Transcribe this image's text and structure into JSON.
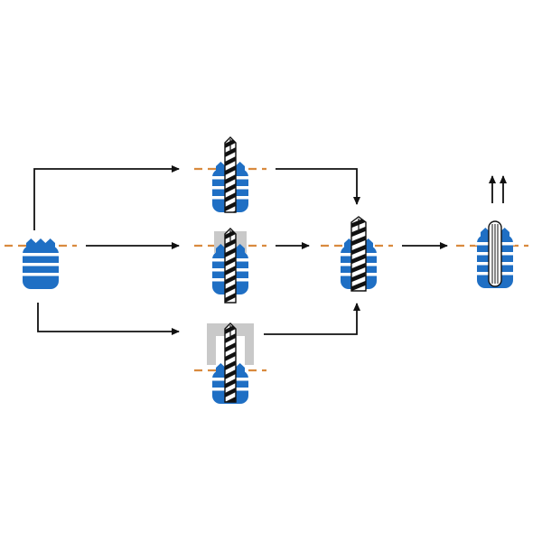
{
  "colors": {
    "background": "#ffffff",
    "insert_blue": "#1f6fc4",
    "insert_white": "#ffffff",
    "surface_line": "#d98a3e",
    "drill_dark": "#111111",
    "drill_light": "#ffffff",
    "guide_gray": "#c9c9c9",
    "arrow": "#111111"
  },
  "icons": {
    "start_insert": "blue-coil-insert-icon",
    "drill_direct": "drill-bit-icon",
    "drill_with_sleeve": "drill-with-gray-sleeve-icon",
    "drill_with_jig": "drill-with-gray-jig-icon",
    "final_drill": "striped-drill-icon",
    "extracted": "extracted-coil-icon",
    "arrow_up": "arrow-up-icon"
  },
  "steps": [
    {
      "id": "start",
      "label": ""
    },
    {
      "id": "option_top",
      "label": ""
    },
    {
      "id": "option_middle",
      "label": ""
    },
    {
      "id": "option_bottom",
      "label": ""
    },
    {
      "id": "merge",
      "label": ""
    },
    {
      "id": "result",
      "label": ""
    }
  ]
}
